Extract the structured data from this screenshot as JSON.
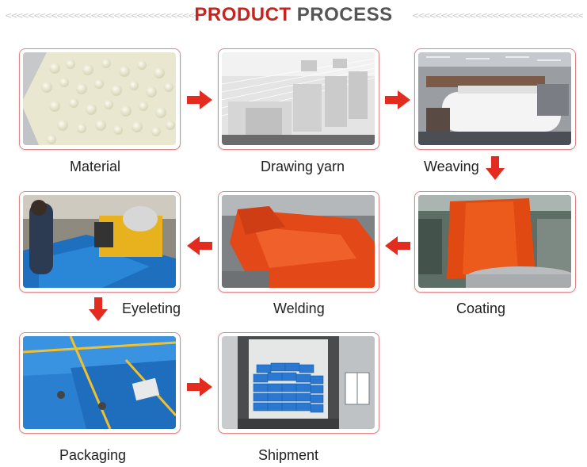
{
  "header": {
    "title_word1": "PRODUCT",
    "title_word2": "PROCESS",
    "accent_color": "#c8241f",
    "secondary_color": "#555555"
  },
  "steps": [
    {
      "label": "Material"
    },
    {
      "label": "Drawing yarn"
    },
    {
      "label": "Weaving"
    },
    {
      "label": "Coating"
    },
    {
      "label": "Welding"
    },
    {
      "label": "Eyeleting"
    },
    {
      "label": "Packaging"
    },
    {
      "label": "Shipment"
    }
  ],
  "arrow_color": "#e32b1f",
  "frame_border_color": "#d9898a"
}
